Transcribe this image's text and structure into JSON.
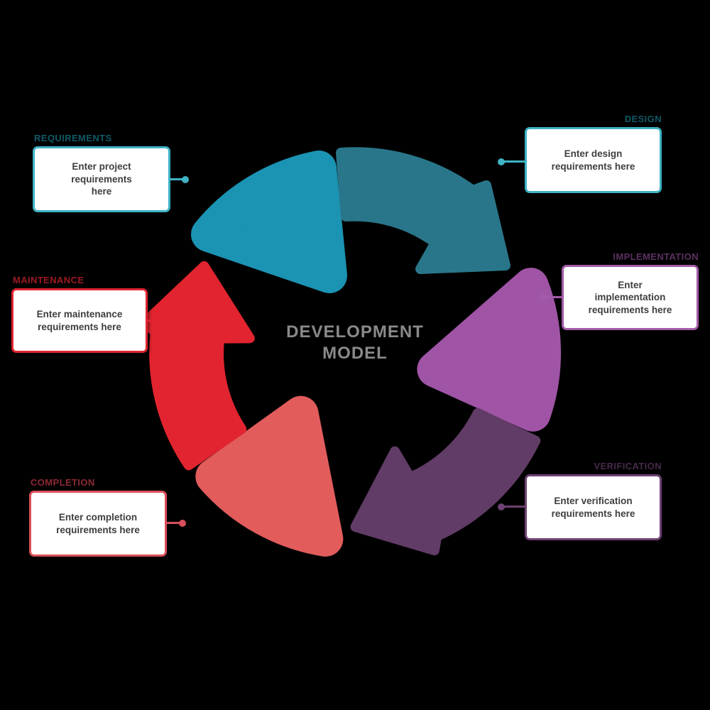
{
  "background": "#000000",
  "title": {
    "line1": "DEVELOPMENT",
    "line2": "MODEL",
    "color": "#8a8a8a"
  },
  "diagram": {
    "colors": {
      "teal_light": "#1b93b3",
      "teal_dark": "#29768a",
      "purple_light": "#a054a6",
      "purple_dark": "#613c66",
      "red_light": "#e25c5c",
      "red_dark": "#e1242f"
    }
  },
  "stages": [
    {
      "id": "requirements",
      "label": "REQUIREMENTS",
      "label_color": "#0f5a66",
      "color": "#3eb3c4",
      "text": "Enter project requirements here"
    },
    {
      "id": "design",
      "label": "DESIGN",
      "label_color": "#0f5a66",
      "color": "#3eb3c4",
      "text": "Enter design requirements here"
    },
    {
      "id": "implementation",
      "label": "IMPLEMENTATION",
      "label_color": "#5c3060",
      "color": "#a35aa8",
      "text": "Enter implementation requirements here"
    },
    {
      "id": "verification",
      "label": "VERIFICATION",
      "label_color": "#472a4b",
      "color": "#6e4173",
      "text": "Enter verification requirements here"
    },
    {
      "id": "completion",
      "label": "COMPLETION",
      "label_color": "#8c2a33",
      "color": "#d94f5a",
      "text": "Enter completion requirements here"
    },
    {
      "id": "maintenance",
      "label": "MAINTENANCE",
      "label_color": "#9c1a22",
      "color": "#e02530",
      "text": "Enter maintenance requirements here"
    }
  ]
}
